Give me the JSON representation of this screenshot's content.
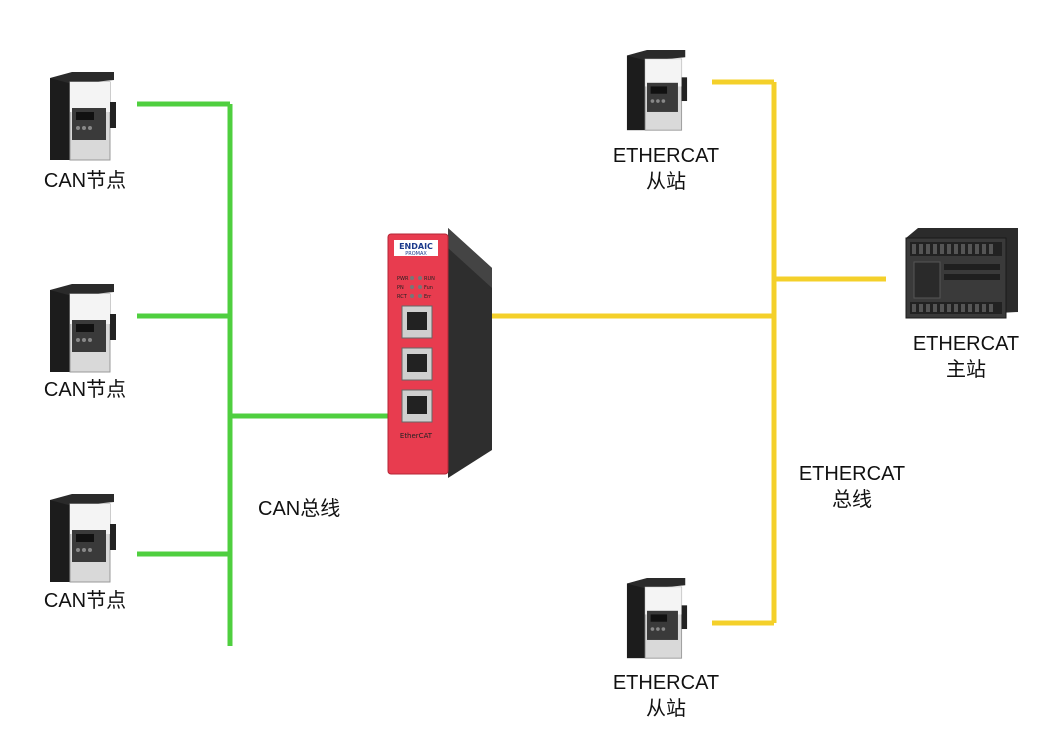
{
  "colors": {
    "can_bus": "#4fcf3f",
    "ethercat_bus": "#f4d02a",
    "gateway_red": "#e83c4f",
    "gateway_body": "#3a3a3a"
  },
  "can_nodes": [
    {
      "label": "CAN节点"
    },
    {
      "label": "CAN节点"
    },
    {
      "label": "CAN节点"
    }
  ],
  "can_bus_label": "CAN总线",
  "gateway": {
    "brand": "ENDAIC",
    "model": "PROMAX",
    "leds": [
      "PWR",
      "RUN",
      "PN",
      "Fun",
      "RCT",
      "Err"
    ],
    "footer": "EtherCAT"
  },
  "ethercat_slaves": [
    {
      "line1": "ETHERCAT",
      "line2": "从站"
    },
    {
      "line1": "ETHERCAT",
      "line2": "从站"
    }
  ],
  "ethercat_master": {
    "line1": "ETHERCAT",
    "line2": "主站"
  },
  "ethercat_bus_label": {
    "line1": "ETHERCAT",
    "line2": "总线"
  },
  "icons": {
    "node_device": "servo-drive-icon",
    "master_device": "plc-icon",
    "gateway_device": "gateway-icon"
  }
}
